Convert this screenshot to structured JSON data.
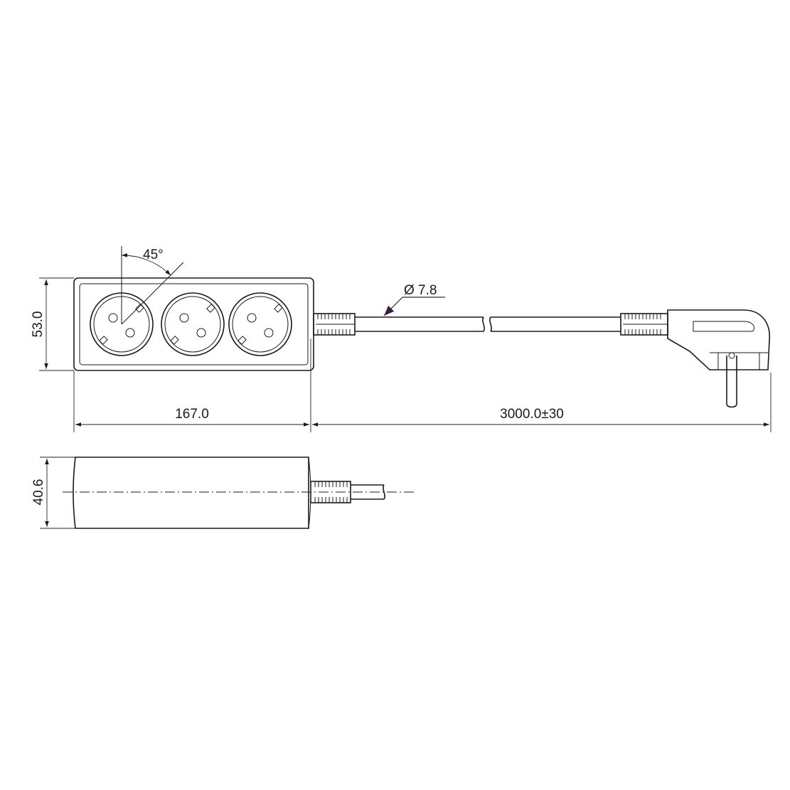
{
  "dimensions": {
    "height_top": "53.0",
    "length_body": "167.0",
    "cable_length": "3000.0±30",
    "cable_diameter": "Ø 7.8",
    "socket_angle": "45°",
    "height_side": "40.6"
  },
  "colors": {
    "line": "#1a1a1a",
    "leader_arrow": "#3a2040",
    "background": "#ffffff"
  }
}
